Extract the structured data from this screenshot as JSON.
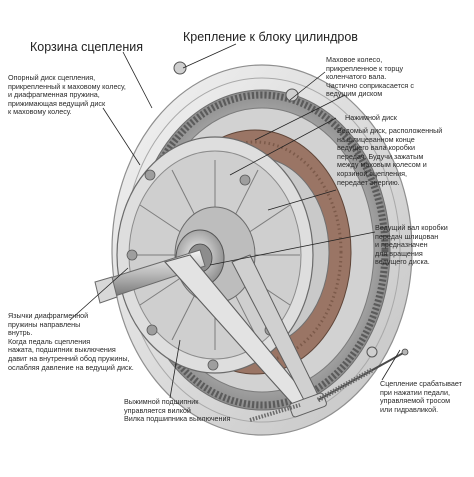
{
  "title_clutch_basket": "Корзина сцепления",
  "title_block_mount": "Крепление к блоку цилиндров",
  "callouts": {
    "pressure_plate": [
      "Опорный диск сцепления,",
      "прикрепленный к маховому колесу,",
      "и диафрагменная пружина,",
      "прижимающая ведущий диск",
      "к маховому колесу."
    ],
    "flywheel": [
      "Маховое колесо,",
      "прикрепленное к торцу",
      "коленчатого вала.",
      "Частично соприкасается с",
      "ведущим диском"
    ],
    "pressure_disc": [
      "Нажимной диск"
    ],
    "driven_disc": [
      "Ведомый диск, расположенный",
      "на шлицеванном конце",
      "ведущего вала коробки",
      "передач. Будучи зажатым",
      "между маховым колесом и",
      "корзиной сцепления,",
      "передает энергию."
    ],
    "input_shaft": [
      "Ведущий вал коробки",
      "передач шлицован",
      "и предназначен",
      "для вращения",
      "ведущего диска."
    ],
    "diaphragm_fingers": [
      "Язычки диафрагменной",
      "пружины направлены",
      "внутрь.",
      "Когда педаль сцепления",
      "нажата, подшипник выключения",
      "давит на внутренний обод пружины,",
      "ослабляя давление на ведущий диск."
    ],
    "actuation": [
      "Сцепление срабатывает",
      "при нажатии педали,",
      "управляемой тросом",
      "или гидравликой."
    ],
    "release_bearing": [
      "Выжимной подшипник",
      "управляется вилкой",
      "Вилка подшипника выключения"
    ]
  },
  "colors": {
    "metal_light": "#e6e6e6",
    "metal_mid": "#b9b9b9",
    "metal_dark": "#6e6e6e",
    "friction": "#9a7565",
    "leader": "#222222"
  }
}
